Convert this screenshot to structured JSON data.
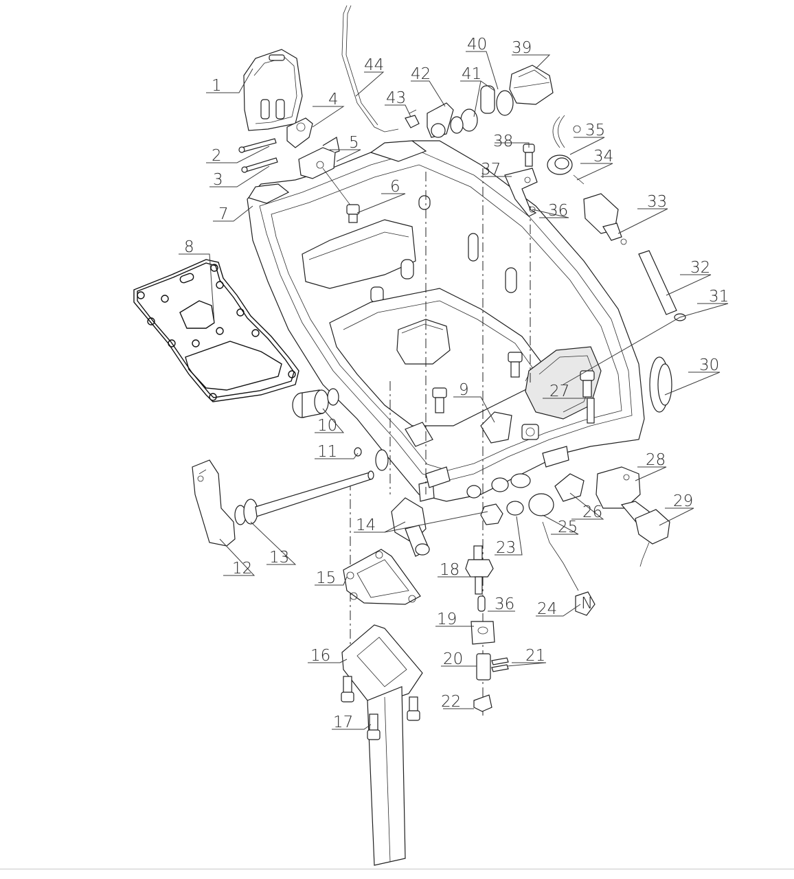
{
  "diagram": {
    "callouts": [
      {
        "id": "1",
        "text": "1"
      },
      {
        "id": "2",
        "text": "2"
      },
      {
        "id": "3",
        "text": "3"
      },
      {
        "id": "4",
        "text": "4"
      },
      {
        "id": "5",
        "text": "5"
      },
      {
        "id": "6",
        "text": "6"
      },
      {
        "id": "7",
        "text": "7"
      },
      {
        "id": "8",
        "text": "8"
      },
      {
        "id": "9",
        "text": "9"
      },
      {
        "id": "10",
        "text": "10"
      },
      {
        "id": "11",
        "text": "11"
      },
      {
        "id": "12",
        "text": "12"
      },
      {
        "id": "13",
        "text": "13"
      },
      {
        "id": "14",
        "text": "14"
      },
      {
        "id": "15",
        "text": "15"
      },
      {
        "id": "16",
        "text": "16"
      },
      {
        "id": "17",
        "text": "17"
      },
      {
        "id": "18",
        "text": "18"
      },
      {
        "id": "19",
        "text": "19"
      },
      {
        "id": "20",
        "text": "20"
      },
      {
        "id": "21",
        "text": "21"
      },
      {
        "id": "22",
        "text": "22"
      },
      {
        "id": "23",
        "text": "23"
      },
      {
        "id": "24",
        "text": "24"
      },
      {
        "id": "25",
        "text": "25"
      },
      {
        "id": "26",
        "text": "26"
      },
      {
        "id": "27",
        "text": "27"
      },
      {
        "id": "28",
        "text": "28"
      },
      {
        "id": "29",
        "text": "29"
      },
      {
        "id": "30",
        "text": "30"
      },
      {
        "id": "31",
        "text": "31"
      },
      {
        "id": "32",
        "text": "32"
      },
      {
        "id": "33",
        "text": "33"
      },
      {
        "id": "34",
        "text": "34"
      },
      {
        "id": "35",
        "text": "35"
      },
      {
        "id": "36a",
        "text": "36"
      },
      {
        "id": "36b",
        "text": "36"
      },
      {
        "id": "37",
        "text": "37"
      },
      {
        "id": "38",
        "text": "38"
      },
      {
        "id": "39",
        "text": "39"
      },
      {
        "id": "40",
        "text": "40"
      },
      {
        "id": "41",
        "text": "41"
      },
      {
        "id": "42",
        "text": "42"
      },
      {
        "id": "43",
        "text": "43"
      },
      {
        "id": "44",
        "text": "44"
      }
    ],
    "knob_mark": "N"
  }
}
